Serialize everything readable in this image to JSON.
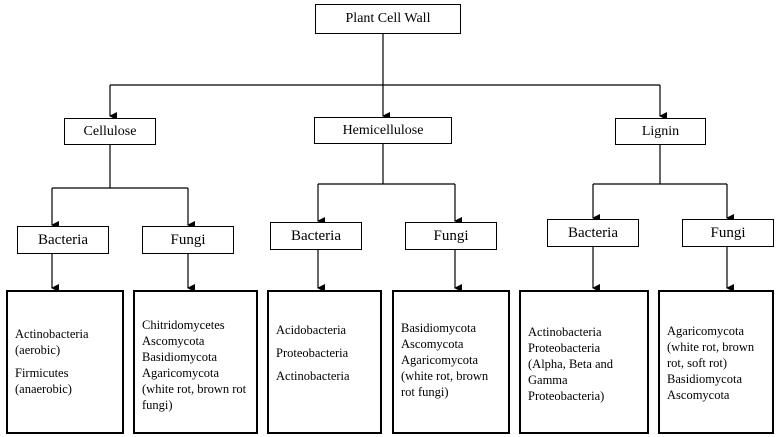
{
  "root": "Plant Cell Wall",
  "groups": [
    {
      "name": "Cellulose",
      "bacteria": {
        "label": "Bacteria",
        "lines": [
          "Actinobacteria",
          "(aerobic)",
          "",
          "Firmicutes",
          "(anaerobic)"
        ]
      },
      "fungi": {
        "label": "Fungi",
        "lines": [
          "Chitridomycetes",
          "Ascomycota",
          "Basidiomycota",
          "Agaricomycota",
          "(white rot, brown rot",
          "fungi)"
        ]
      }
    },
    {
      "name": "Hemicellulose",
      "bacteria": {
        "label": "Bacteria",
        "lines": [
          "Acidobacteria",
          "",
          "Proteobacteria",
          "",
          "Actinobacteria"
        ]
      },
      "fungi": {
        "label": "Fungi",
        "lines": [
          "Basidiomycota",
          "Ascomycota",
          "Agaricomycota",
          "(white rot, brown",
          "rot fungi)"
        ]
      }
    },
    {
      "name": "Lignin",
      "bacteria": {
        "label": "Bacteria",
        "lines": [
          "Actinobacteria",
          "Proteobacteria",
          "(Alpha, Beta and",
          "Gamma",
          "Proteobacteria)"
        ]
      },
      "fungi": {
        "label": "Fungi",
        "lines": [
          "Agaricomycota",
          "(white rot, brown",
          "rot, soft rot)",
          "Basidiomycota",
          "Ascomycota"
        ]
      }
    }
  ]
}
